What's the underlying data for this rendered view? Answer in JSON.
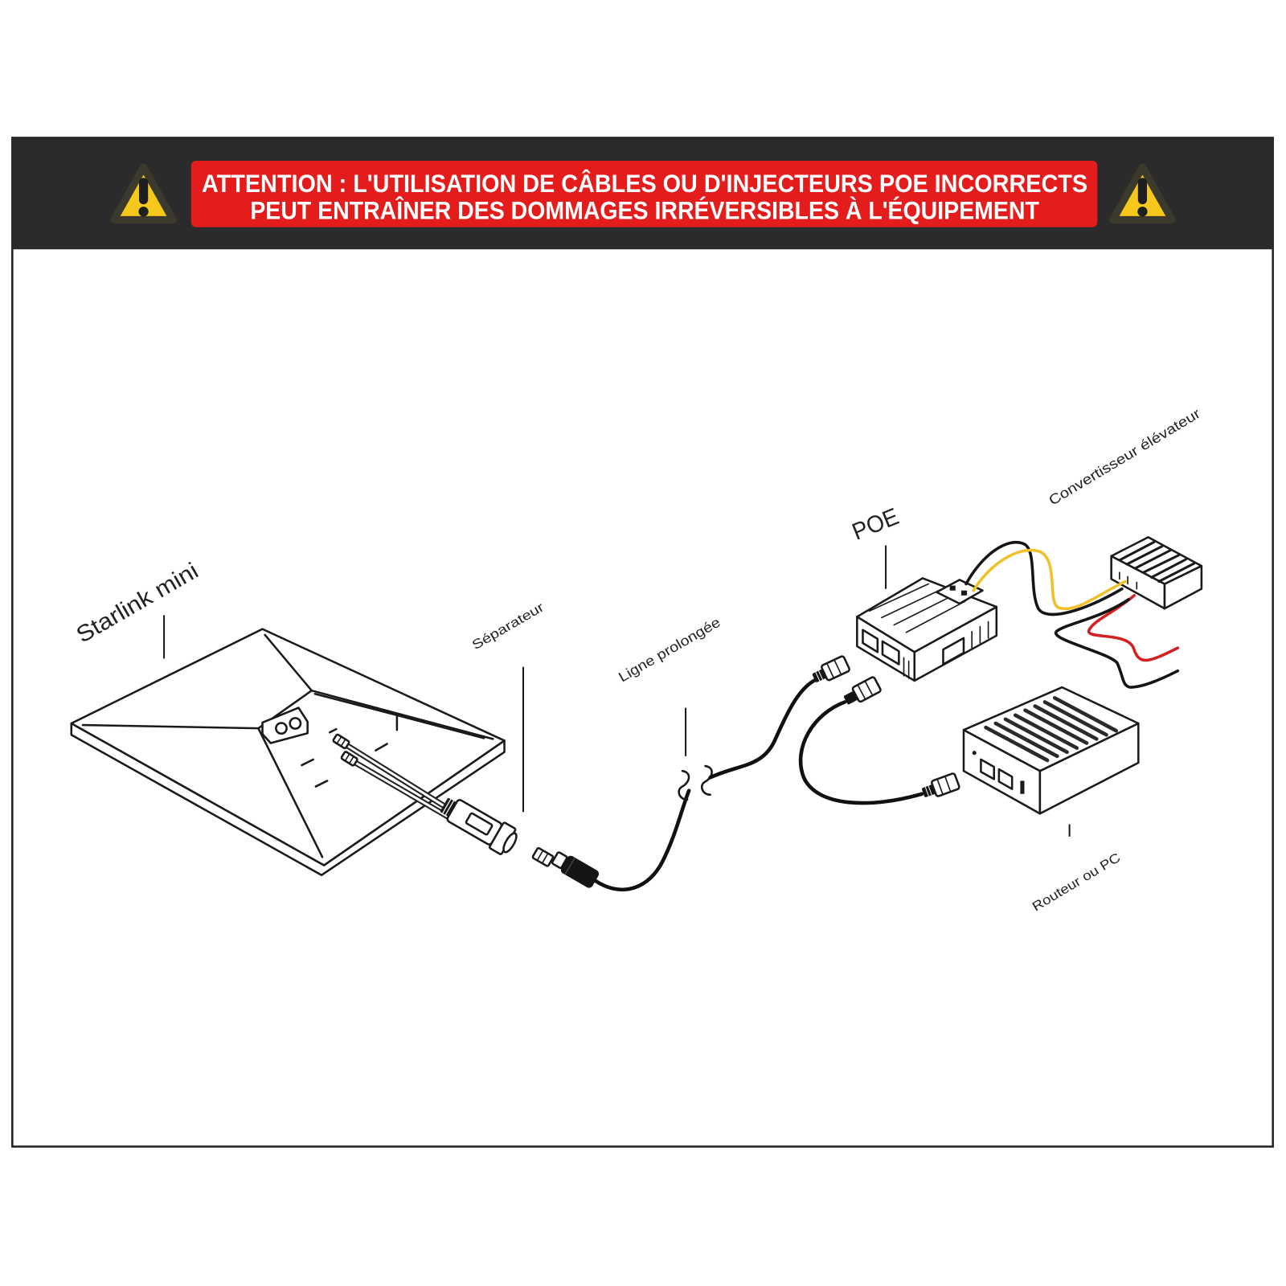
{
  "warning": {
    "line1": "ATTENTION : L'UTILISATION DE CÂBLES OU D'INJECTEURS POE INCORRECTS",
    "line2": "PEUT ENTRAÎNER DES DOMMAGES IRRÉVERSIBLES À L'ÉQUIPEMENT"
  },
  "labels": {
    "starlink": "Starlink mini",
    "separator": "Séparateur",
    "extension": "Ligne prolongée",
    "poe": "POE",
    "converter": "Convertisseur élévateur",
    "router": "Routeur ou PC"
  },
  "icons": {
    "banner_left": "warning-triangle-icon",
    "banner_right": "warning-triangle-icon"
  },
  "colors": {
    "banner": "#2b2b2b",
    "alert": "#e41c1c",
    "warning_yellow": "#f6c81c",
    "wire_yellow": "#f0c028",
    "wire_red": "#d42020",
    "wire_black": "#151515"
  }
}
